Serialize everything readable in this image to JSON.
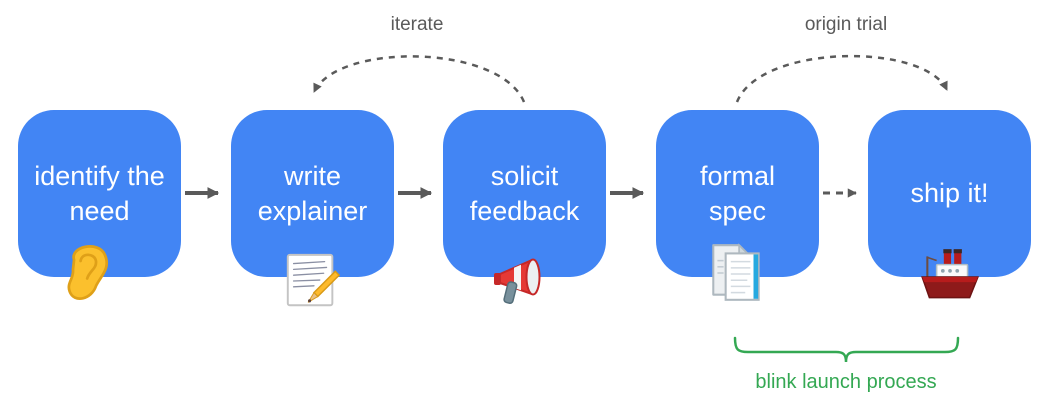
{
  "colors": {
    "box": "#4285F4",
    "box_text": "#FFFFFF",
    "arrow": "#5A5A5A",
    "green": "#34A853"
  },
  "steps": [
    {
      "label": "identify the need",
      "icon": "ear"
    },
    {
      "label": "write explainer",
      "icon": "memo-pencil"
    },
    {
      "label": "solicit feedback",
      "icon": "megaphone"
    },
    {
      "label": "formal spec",
      "icon": "documents"
    },
    {
      "label": "ship it!",
      "icon": "ship"
    }
  ],
  "annotations": {
    "iterate": "iterate",
    "origin_trial": "origin trial",
    "blink_launch": "blink launch process"
  }
}
